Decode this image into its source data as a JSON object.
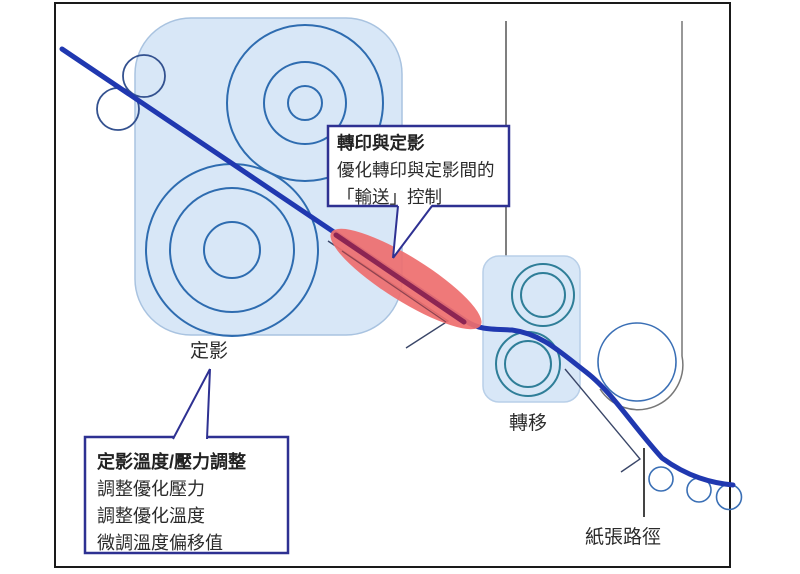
{
  "diagram": {
    "labels": {
      "fuser": "定影",
      "transfer": "轉移",
      "paper_path": "紙張路徑"
    },
    "callout_transfer_fusing": {
      "title": "轉印與定影",
      "line2": "優化轉印與定影間的",
      "line3": "「輸送」控制"
    },
    "callout_fuser_adjust": {
      "title": "定影溫度/壓力調整",
      "line2": "調整優化壓力",
      "line3": "調整優化溫度",
      "line4": "微調溫度偏移值"
    },
    "colors": {
      "block_fill": "#d8e7f7",
      "block_border": "#a9c3e0",
      "roller_blue": "#2e6cb0",
      "roller_teal": "#2f7e98",
      "small_roller_navy": "#33518f",
      "path_blue": "#2038b0",
      "highlight_red": "#ee6e6e",
      "highlight_line_maroon": "#8c2553",
      "callout_border": "#2e3192",
      "frame_black": "#1a1a1a",
      "thin_line": "#3a4668",
      "guide_gray": "#777777",
      "text": "#2b2b2b"
    }
  }
}
